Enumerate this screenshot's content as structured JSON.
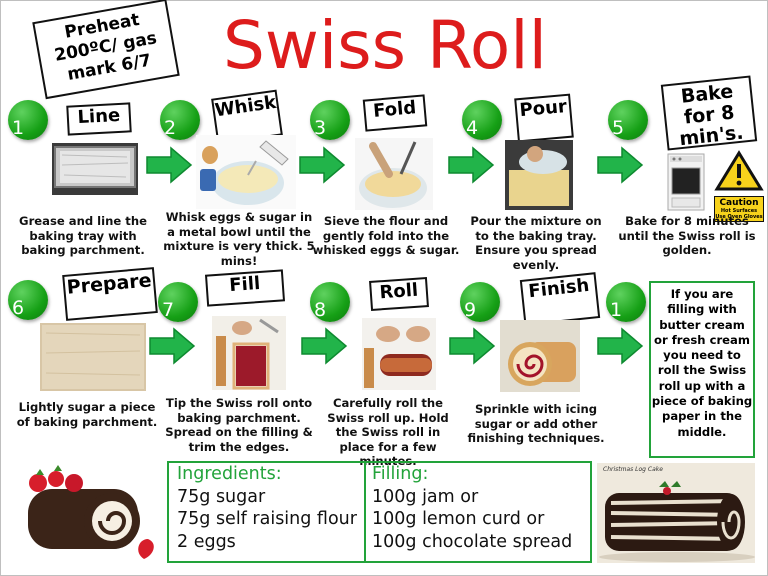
{
  "title": "Swiss Roll",
  "preheat": {
    "lines": [
      "Preheat",
      "200ºC/ gas",
      "mark 6/7"
    ]
  },
  "steps": [
    {
      "number": "1",
      "label": "Line",
      "caption": "Grease and line the baking tray with baking parchment."
    },
    {
      "number": "2",
      "label": "Whisk",
      "caption": "Whisk eggs & sugar in a metal bowl until the mixture is very thick. 5 mins!"
    },
    {
      "number": "3",
      "label": "Fold",
      "caption": "Sieve the flour and gently fold into the whisked eggs & sugar."
    },
    {
      "number": "4",
      "label": "Pour",
      "caption": "Pour the mixture on to the baking tray. Ensure you spread evenly."
    },
    {
      "number": "5",
      "label": "Bake for 8 min's.",
      "caption": "Bake for 8 minutes until the Swiss roll is golden."
    },
    {
      "number": "6",
      "label": "Prepare",
      "caption": "Lightly sugar a piece of baking parchment."
    },
    {
      "number": "7",
      "label": "Fill",
      "caption": "Tip the Swiss roll onto baking parchment. Spread on the filling & trim the edges."
    },
    {
      "number": "8",
      "label": "Roll",
      "caption": "Carefully roll the Swiss roll up. Hold the Swiss roll in place for a few minutes."
    },
    {
      "number": "9",
      "label": "Finish",
      "caption": "Sprinkle with icing sugar or add other finishing techniques."
    },
    {
      "number": "1",
      "label": "",
      "caption": ""
    }
  ],
  "caution": {
    "word": "Caution",
    "text": "Hot Surfaces Use Oven Gloves"
  },
  "tip": "If you are filling with butter cream or fresh cream you need to roll the Swiss roll up with a piece of baking paper in the middle.",
  "ingredients": {
    "heading": "Ingredients:",
    "items": [
      "75g sugar",
      "75g self raising flour",
      "2 eggs"
    ]
  },
  "filling": {
    "heading": "Filling:",
    "items": [
      "100g jam or",
      "100g lemon curd or",
      "100g chocolate spread"
    ]
  },
  "log_cake_caption": "Christmas Log Cake",
  "colors": {
    "title": "#dd1c1c",
    "accent_green": "#22a33a",
    "circle_green": "#16a016"
  }
}
